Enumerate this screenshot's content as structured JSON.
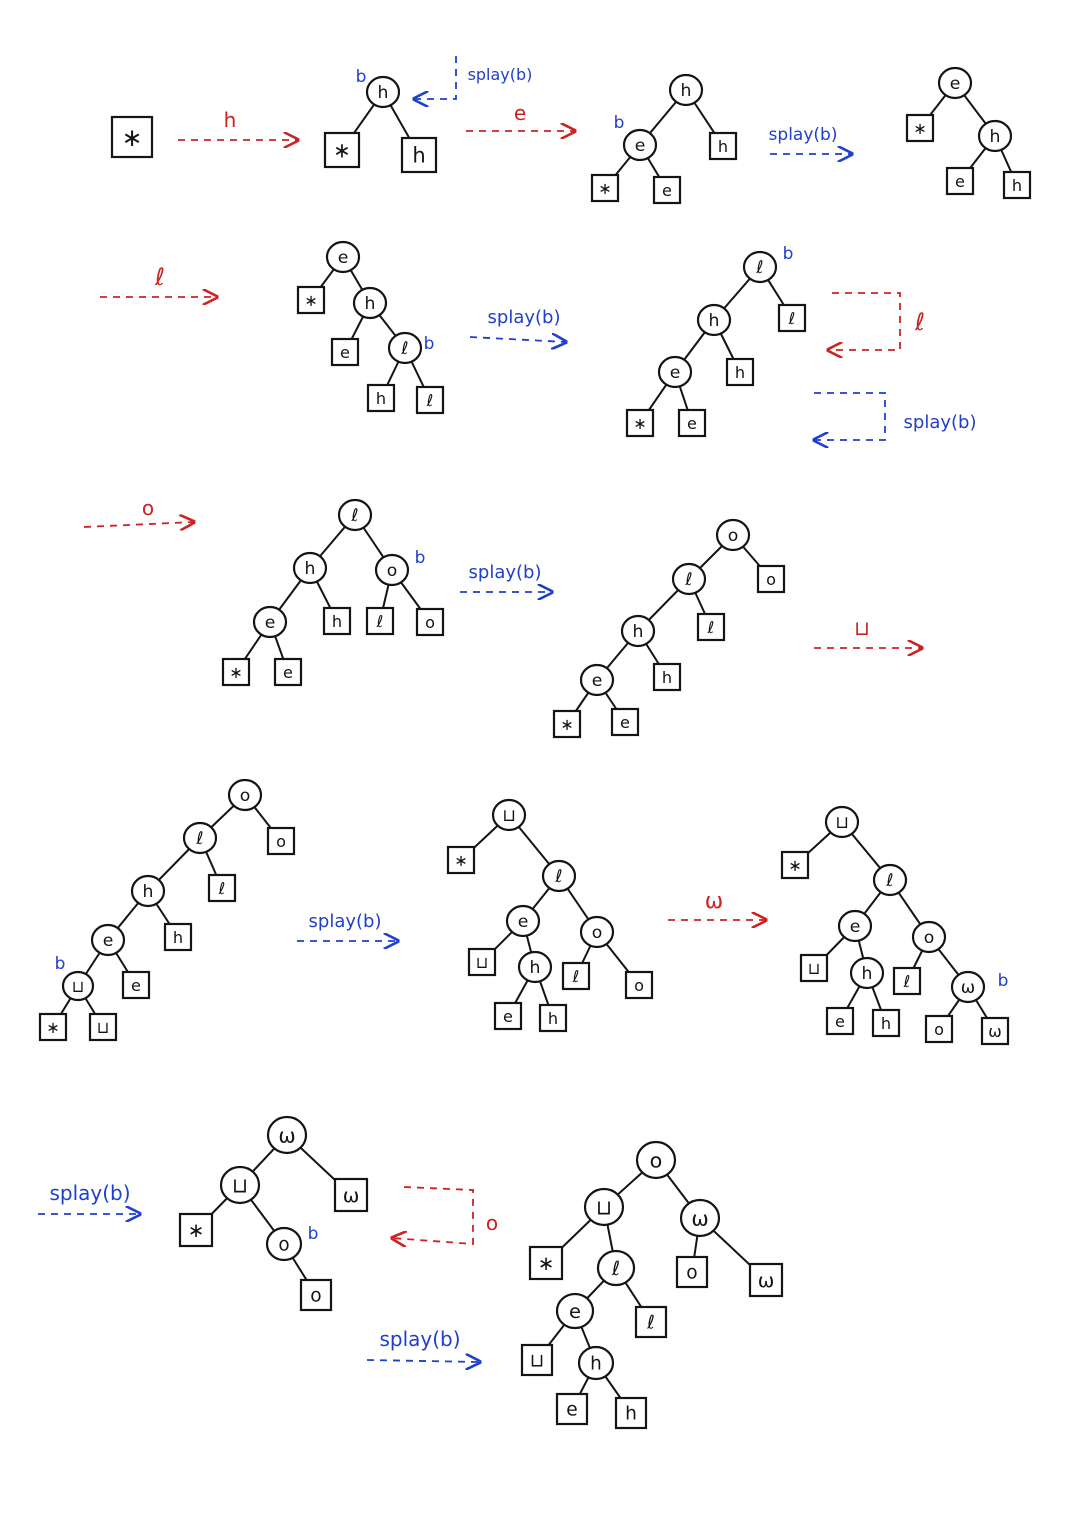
{
  "colors": {
    "ink": "#141414",
    "red": "#cc2222",
    "blue": "#1f3fcc"
  },
  "labels": {
    "star": "∗",
    "h": "h",
    "e": "e",
    "l": "ℓ",
    "o": "o",
    "sp": "⊔",
    "w": "ω",
    "b": "b",
    "splay": "splay(b)"
  },
  "steps": {
    "s1": "h",
    "s2": "e",
    "s3": "ℓ",
    "s4": "ℓ",
    "s5": "o",
    "s6": "⊔",
    "s7": "ω",
    "s8": "o"
  }
}
